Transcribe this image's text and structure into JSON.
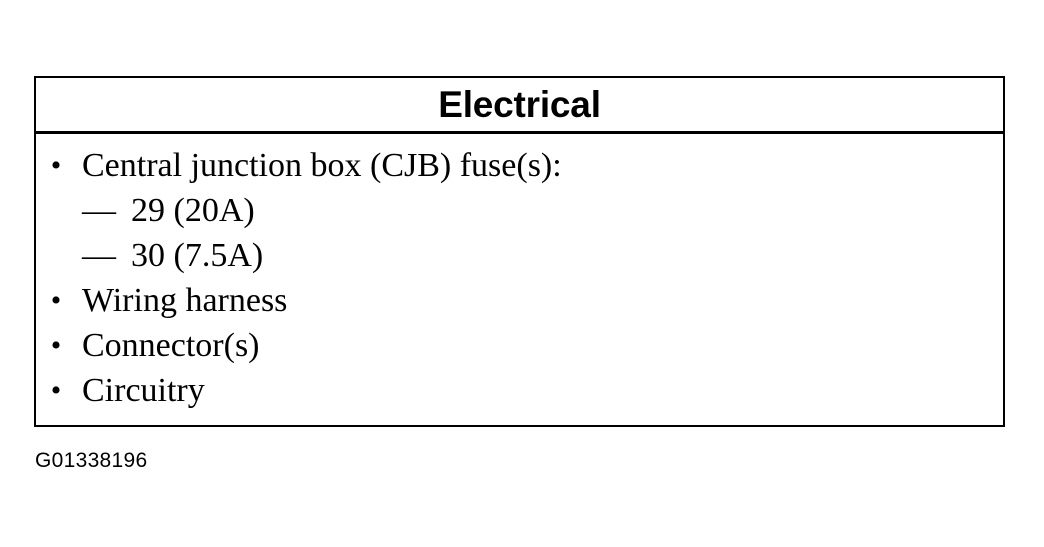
{
  "table": {
    "title": "Electrical",
    "items": [
      {
        "marker": "•",
        "text": "Central junction box (CJB) fuse(s):",
        "subitems": [
          {
            "marker": "—",
            "text": "29 (20A)"
          },
          {
            "marker": "—",
            "text": "30 (7.5A)"
          }
        ]
      },
      {
        "marker": "•",
        "text": "Wiring harness",
        "subitems": []
      },
      {
        "marker": "•",
        "text": "Connector(s)",
        "subitems": []
      },
      {
        "marker": "•",
        "text": "Circuitry",
        "subitems": []
      }
    ]
  },
  "caption": {
    "id": "G01338196"
  },
  "colors": {
    "background": "#ffffff",
    "foreground": "#000000",
    "border": "#000000"
  }
}
